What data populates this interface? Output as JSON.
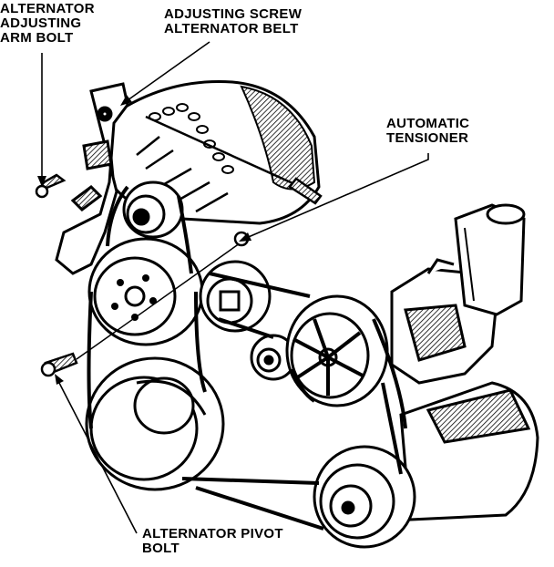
{
  "labels": {
    "alternator_adjusting_arm_bolt": [
      "ALTERNATOR",
      "ADJUSTING",
      "ARM BOLT"
    ],
    "adjusting_screw_alternator_belt": [
      "ADJUSTING SCREW",
      "ALTERNATOR BELT"
    ],
    "automatic_tensioner": [
      "AUTOMATIC",
      "TENSIONER"
    ],
    "alternator_pivot_bolt": [
      "ALTERNATOR PIVOT",
      "BOLT"
    ]
  },
  "colors": {
    "ink": "#000000",
    "paper": "#ffffff"
  }
}
